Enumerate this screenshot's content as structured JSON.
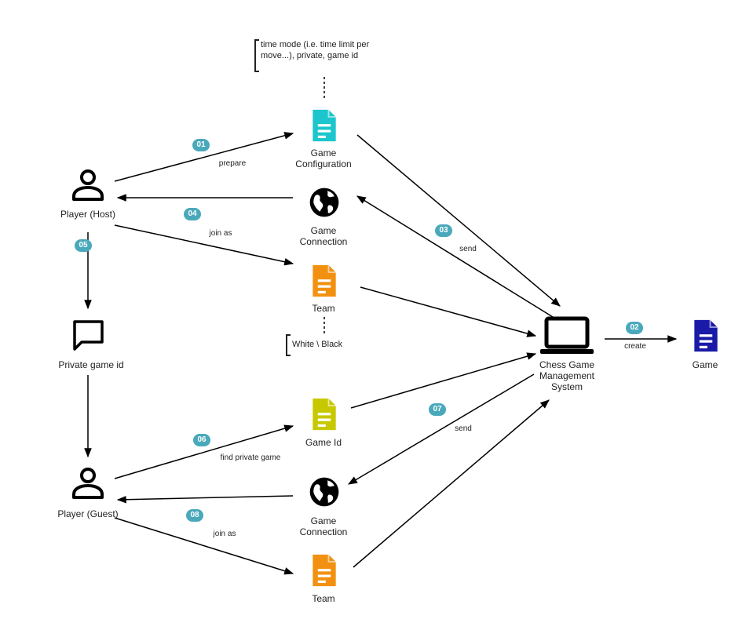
{
  "nodes": {
    "player_host": "Player (Host)",
    "private_game_id": "Private game id",
    "player_guest": "Player (Guest)",
    "game_configuration": "Game\nConfiguration",
    "game_connection_top": "Game\nConnection",
    "team_top": "Team",
    "game_id": "Game Id",
    "game_connection_bottom": "Game\nConnection",
    "team_bottom": "Team",
    "chess_system": "Chess Game\nManagement\nSystem",
    "game": "Game"
  },
  "notes": {
    "config_note": "time mode (i.e. time limit per move...), private, game id",
    "team_note": "White \\ Black"
  },
  "edges": {
    "prepare": "prepare",
    "join_as_host": "join as",
    "send_top": "send",
    "create": "create",
    "find_private_game": "find private game",
    "send_bottom": "send",
    "join_as_guest": "join as"
  },
  "badges": {
    "b01": "01",
    "b02": "02",
    "b03": "03",
    "b04": "04",
    "b05": "05",
    "b06": "06",
    "b07": "07",
    "b08": "08"
  },
  "colors": {
    "badge": "#4aa8bb",
    "game_configuration_icon": "#1cc6cc",
    "team_icon": "#f29111",
    "game_id_icon": "#c8c800",
    "game_icon": "#1a1aa8",
    "line": "#000000"
  }
}
